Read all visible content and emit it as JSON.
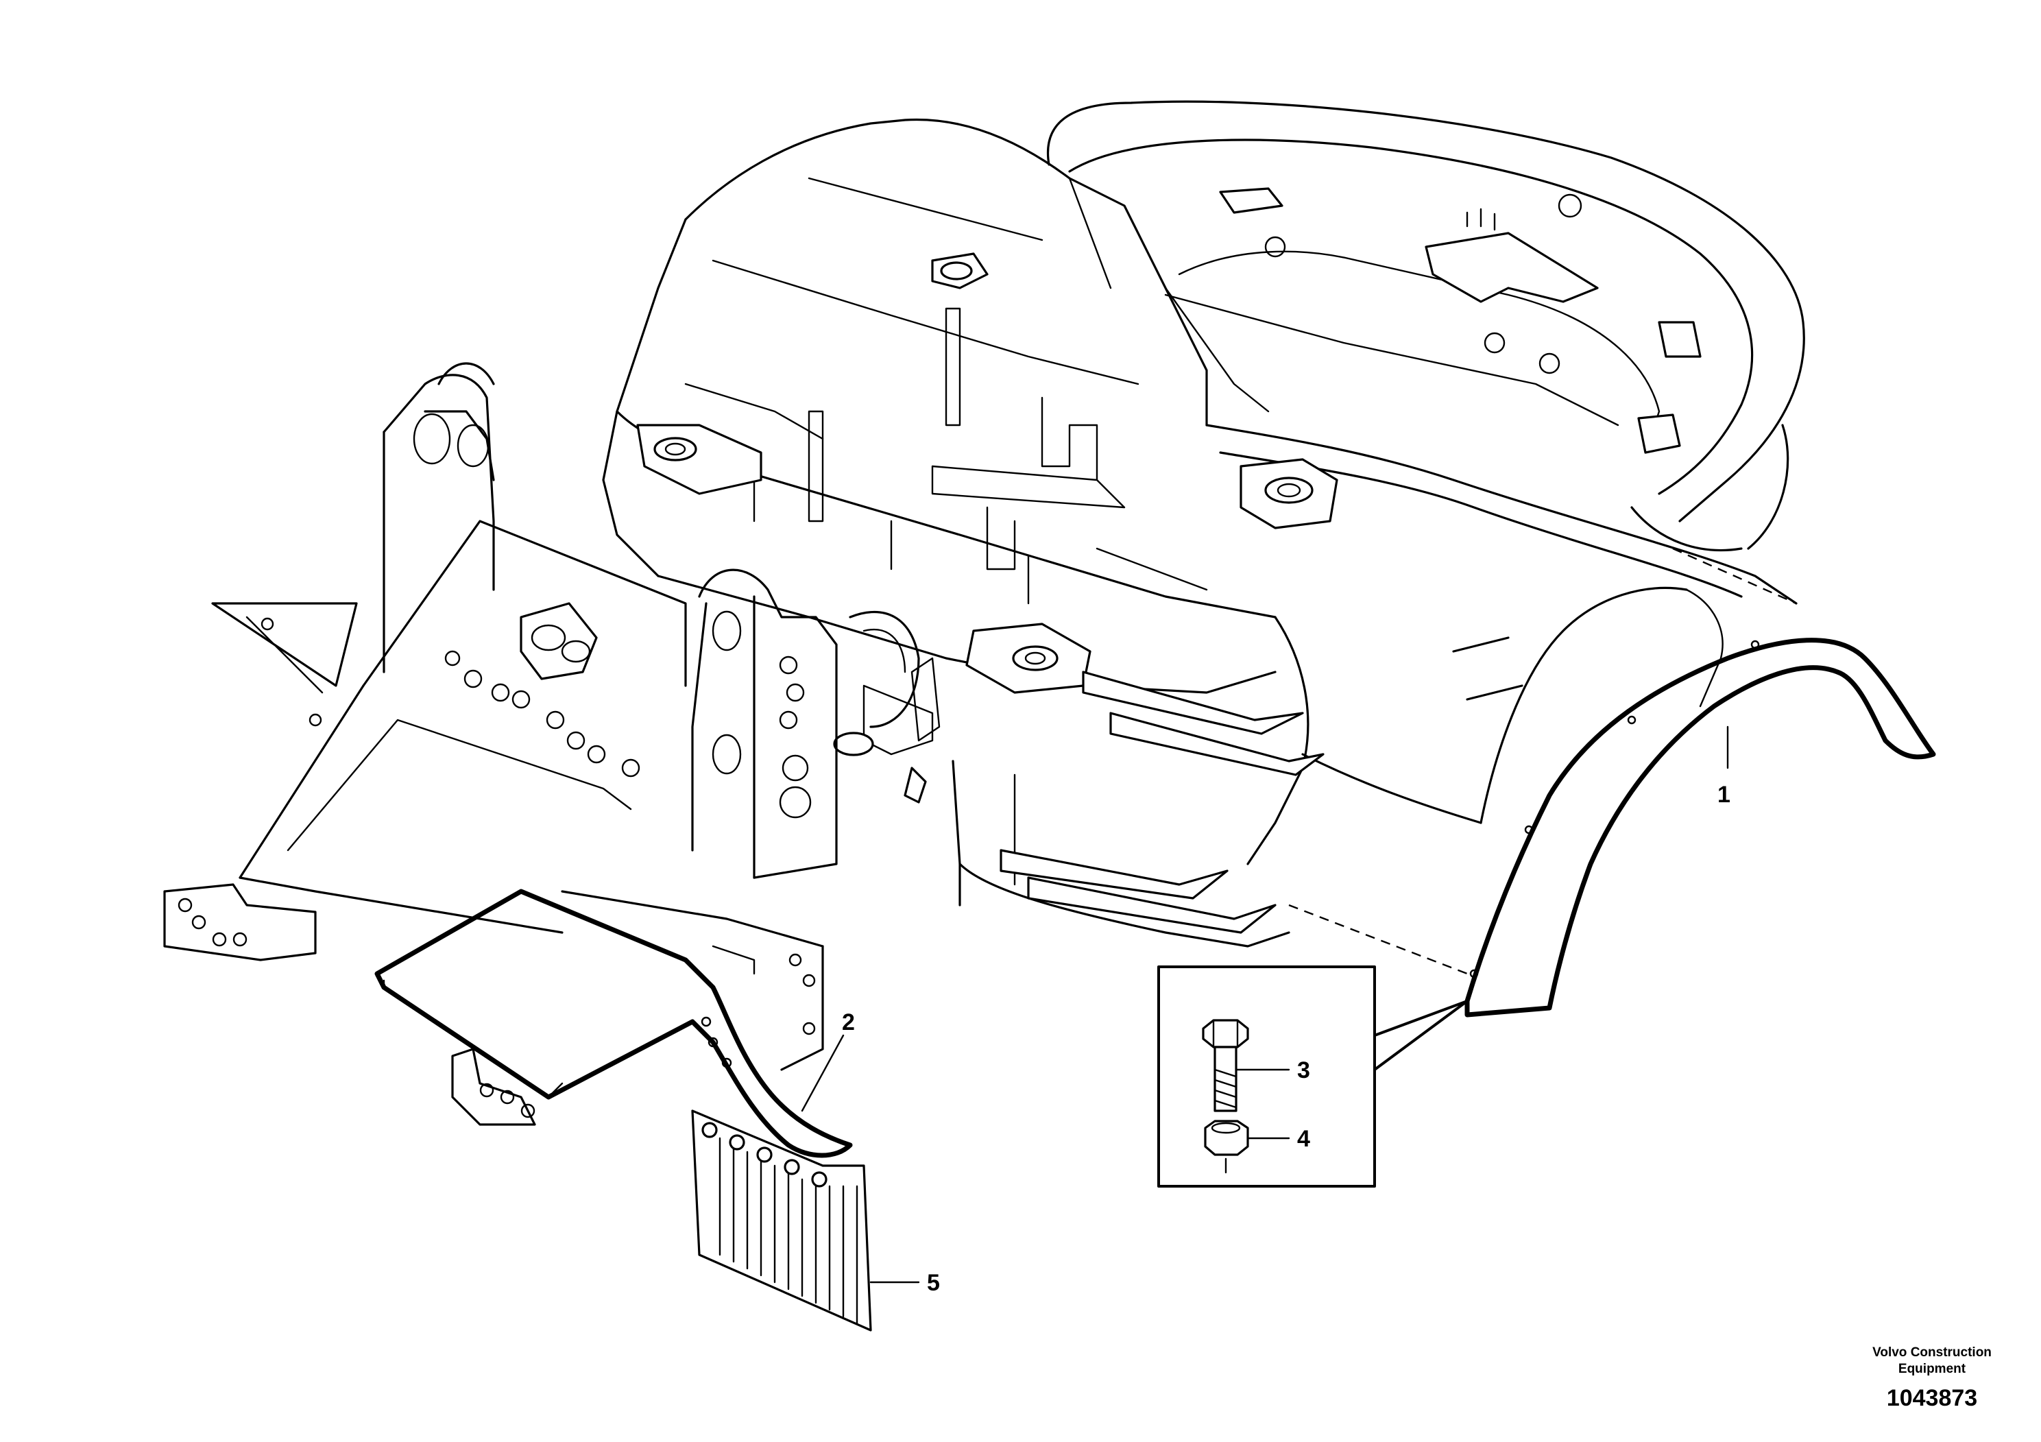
{
  "callouts": [
    {
      "id": "1",
      "label": "1"
    },
    {
      "id": "2",
      "label": "2"
    },
    {
      "id": "3",
      "label": "3"
    },
    {
      "id": "4",
      "label": "4"
    },
    {
      "id": "5",
      "label": "5"
    }
  ],
  "footer": {
    "brand_line1": "Volvo Construction",
    "brand_line2": "Equipment",
    "doc_number": "1043873"
  }
}
